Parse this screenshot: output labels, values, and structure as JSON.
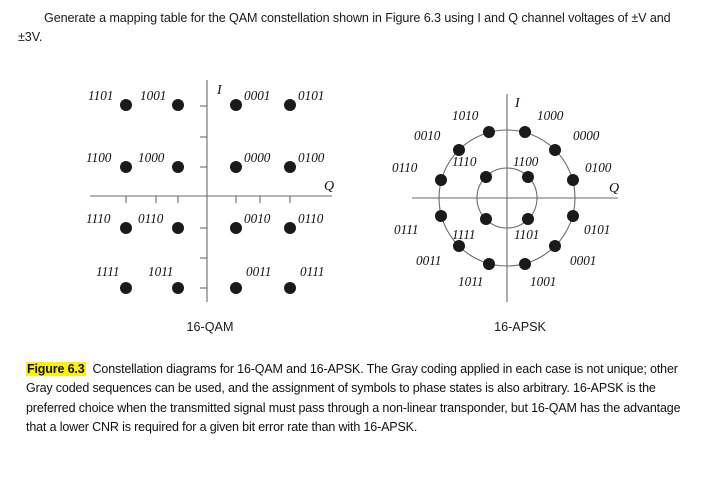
{
  "question": {
    "text": "Generate a mapping table for the QAM constellation shown in Figure 6.3 using I and Q channel voltages of ±V and ±3V."
  },
  "figure": {
    "label": "Figure 6.3",
    "caption": "Constellation diagrams for 16-QAM and 16-APSK. The Gray coding applied in each case is not unique; other Gray coded sequences can be used, and the assignment of symbols to phase states is also arbitrary. 16-APSK is the preferred choice when the transmitted signal must pass through a non-linear transponder, but 16-QAM has the advantage that a lower CNR is required for a given bit error rate than with 16-APSK.",
    "highlight_color": "#fff200"
  },
  "chart_data": [
    {
      "type": "scatter",
      "title": "16-QAM",
      "xlabel": "Q",
      "ylabel": "I",
      "grid": false,
      "axis_color": "#6b6b6b",
      "point_color": "#1a1a1a",
      "xlim": [
        -4,
        4
      ],
      "ylim": [
        -4,
        4
      ],
      "xticks": [
        -3,
        -2,
        -1,
        1,
        2,
        3
      ],
      "yticks": [
        -3,
        -2,
        -1,
        1,
        2,
        3
      ],
      "points": [
        {
          "label": "1101",
          "x": -3,
          "y": 3,
          "label_pos": "left"
        },
        {
          "label": "1001",
          "x": -1,
          "y": 3,
          "label_pos": "left"
        },
        {
          "label": "0001",
          "x": 1,
          "y": 3,
          "label_pos": "right"
        },
        {
          "label": "0101",
          "x": 3,
          "y": 3,
          "label_pos": "right"
        },
        {
          "label": "1100",
          "x": -3,
          "y": 1,
          "label_pos": "left"
        },
        {
          "label": "1000",
          "x": -1,
          "y": 1,
          "label_pos": "left"
        },
        {
          "label": "0000",
          "x": 1,
          "y": 1,
          "label_pos": "right"
        },
        {
          "label": "0100",
          "x": 3,
          "y": 1,
          "label_pos": "right"
        },
        {
          "label": "1110",
          "x": -3,
          "y": -1,
          "label_pos": "left"
        },
        {
          "label": "0110",
          "x": -1,
          "y": -1,
          "label_pos": "left"
        },
        {
          "label": "0010",
          "x": 1,
          "y": -1,
          "label_pos": "right"
        },
        {
          "label": "0110",
          "x": 3,
          "y": -1,
          "label_pos": "right"
        },
        {
          "label": "1111",
          "x": -3,
          "y": -3,
          "label_pos": "above"
        },
        {
          "label": "1011",
          "x": -1,
          "y": -3,
          "label_pos": "above"
        },
        {
          "label": "0011",
          "x": 1,
          "y": -3,
          "label_pos": "above"
        },
        {
          "label": "0111",
          "x": 3,
          "y": -3,
          "label_pos": "above"
        }
      ]
    },
    {
      "type": "scatter",
      "title": "16-APSK",
      "xlabel": "Q",
      "ylabel": "I",
      "grid": false,
      "axis_color": "#6b6b6b",
      "point_color": "#1a1a1a",
      "rings": [
        {
          "name": "inner-ring",
          "radius": 1.0,
          "count": 4
        },
        {
          "name": "outer-ring",
          "radius": 2.3,
          "count": 12
        }
      ],
      "points": [
        {
          "label": "1100",
          "ring": "inner",
          "angle_deg": 45,
          "label_pos": "above-left"
        },
        {
          "label": "1110",
          "ring": "inner",
          "angle_deg": 135,
          "label_pos": "above-right"
        },
        {
          "label": "1111",
          "ring": "inner",
          "angle_deg": 225,
          "label_pos": "below-right"
        },
        {
          "label": "1101",
          "ring": "inner",
          "angle_deg": 315,
          "label_pos": "below-left"
        },
        {
          "label": "1000",
          "ring": "outer",
          "angle_deg": 75,
          "label_pos": "above-right"
        },
        {
          "label": "0000",
          "ring": "outer",
          "angle_deg": 45,
          "label_pos": "above-right"
        },
        {
          "label": "0100",
          "ring": "outer",
          "angle_deg": 15,
          "label_pos": "above-right"
        },
        {
          "label": "0101",
          "ring": "outer",
          "angle_deg": -15,
          "label_pos": "below-right"
        },
        {
          "label": "0001",
          "ring": "outer",
          "angle_deg": -45,
          "label_pos": "below-right"
        },
        {
          "label": "1001",
          "ring": "outer",
          "angle_deg": -75,
          "label_pos": "below-right"
        },
        {
          "label": "1011",
          "ring": "outer",
          "angle_deg": -105,
          "label_pos": "below-left"
        },
        {
          "label": "0011",
          "ring": "outer",
          "angle_deg": -135,
          "label_pos": "below-left"
        },
        {
          "label": "0111",
          "ring": "outer",
          "angle_deg": -165,
          "label_pos": "below-left"
        },
        {
          "label": "0110",
          "ring": "outer",
          "angle_deg": 165,
          "label_pos": "above-left"
        },
        {
          "label": "0010",
          "ring": "outer",
          "angle_deg": 135,
          "label_pos": "above-left"
        },
        {
          "label": "1010",
          "ring": "outer",
          "angle_deg": 105,
          "label_pos": "above-left"
        }
      ]
    }
  ]
}
